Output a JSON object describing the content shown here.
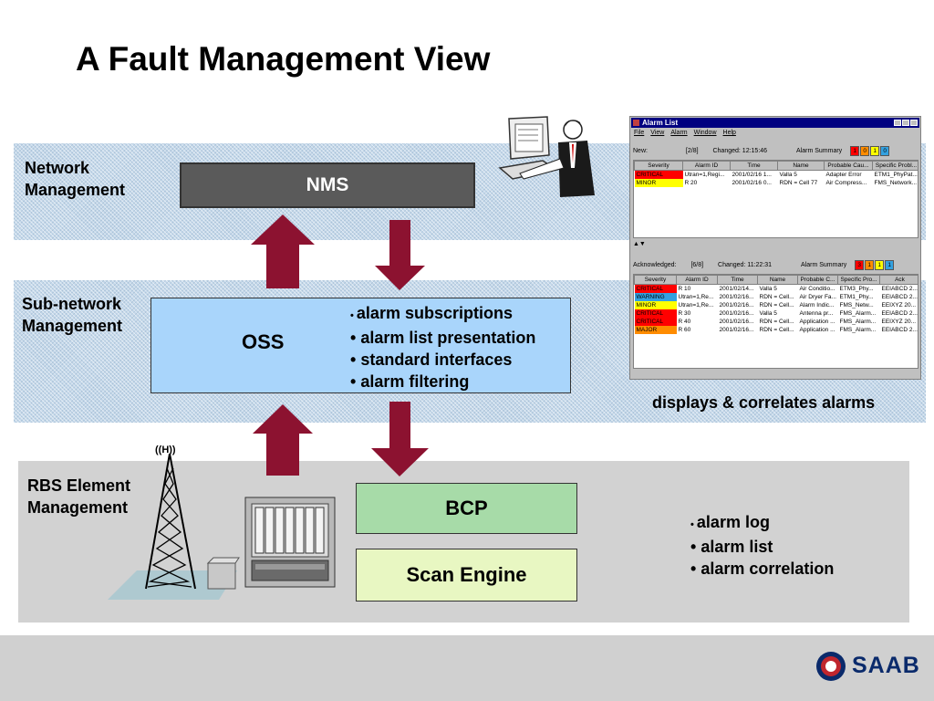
{
  "title": "A Fault Management View",
  "levels": {
    "network": "Network Management",
    "subnetwork": "Sub-network Management",
    "rbs": "RBS Element Management"
  },
  "boxes": {
    "nms": "NMS",
    "oss": "OSS",
    "bcp": "BCP",
    "scan": "Scan Engine"
  },
  "oss_bullets": [
    "alarm subscriptions",
    "alarm list presentation",
    "standard interfaces",
    "alarm filtering"
  ],
  "rbs_bullets": [
    "alarm log",
    "alarm list",
    "alarm correlation"
  ],
  "caption": "displays & correlates alarms",
  "brand": "SAAB",
  "tower_symbol": "((H))",
  "colors": {
    "arrow": "#8c1230",
    "nms_bg": "#5a5a5a",
    "oss_bg": "#a9d5fb",
    "bcp_bg": "#a7dba8",
    "scan_bg": "#e8f7c2",
    "band": "#c4d8ea"
  },
  "alarm_window": {
    "title": "Alarm List",
    "menu": [
      "File",
      "View",
      "Alarm",
      "Window",
      "Help"
    ],
    "new_status": {
      "label": "New:",
      "count": "[2/8]",
      "changed_label": "Changed:",
      "changed": "12:15:46",
      "summary_label": "Alarm Summary",
      "summary": [
        "1",
        "0",
        "1",
        "0"
      ]
    },
    "new_columns": [
      "Severity",
      "Alarm ID",
      "Time",
      "Name",
      "Probable Cau...",
      "Specific Probl..."
    ],
    "new_rows": [
      {
        "severity": "CRITICAL",
        "sev_color": "#ff0000",
        "cells": [
          "Utran=1,Regi...",
          "2001/02/16 1...",
          "Valla 5",
          "Adapter Error",
          "ETM1_PhyPat..."
        ]
      },
      {
        "severity": "MINOR",
        "sev_color": "#ffff00",
        "cells": [
          "R 20",
          "2001/02/16 0...",
          "RDN = Cell 77",
          "Air Compress...",
          "FMS_Network..."
        ]
      }
    ],
    "ack_status": {
      "label": "Acknowledged:",
      "count": "[6/8]",
      "changed_label": "Changed:",
      "changed": "11:22:31",
      "summary_label": "Alarm Summary",
      "summary": [
        "3",
        "1",
        "1",
        "1"
      ]
    },
    "ack_columns": [
      "Severity",
      "Alarm ID",
      "Time",
      "Name",
      "Probable C...",
      "Specific Pro...",
      "Ack"
    ],
    "ack_rows": [
      {
        "severity": "CRITICAL",
        "sev_color": "#ff0000",
        "cells": [
          "R 10",
          "2001/02/14...",
          "Valla 5",
          "Air Conditio...",
          "ETM3_Phy...",
          "EEIABCD 2..."
        ]
      },
      {
        "severity": "WARNING",
        "sev_color": "#33a1e0",
        "cells": [
          "Utran=1,Re...",
          "2001/02/16...",
          "RDN = Cell...",
          "Air Dryer Fa...",
          "ETM1_Phy...",
          "EEIABCD 2..."
        ]
      },
      {
        "severity": "MINOR",
        "sev_color": "#ffff00",
        "cells": [
          "Utran=1,Re...",
          "2001/02/16...",
          "RDN = Cell...",
          "Alarm Indic...",
          "FMS_Netw...",
          "EEIXYZ 20..."
        ]
      },
      {
        "severity": "CRITICAL",
        "sev_color": "#ff0000",
        "cells": [
          "R 30",
          "2001/02/16...",
          "Valla 5",
          "Antenna pr...",
          "FMS_Alarm...",
          "EEIABCD 2..."
        ]
      },
      {
        "severity": "CRITICAL",
        "sev_color": "#ff0000",
        "cells": [
          "R 40",
          "2001/02/16...",
          "RDN = Cell...",
          "Application ...",
          "FMS_Alarm...",
          "EEIXYZ 20..."
        ]
      },
      {
        "severity": "MAJOR",
        "sev_color": "#ff8c00",
        "cells": [
          "R 60",
          "2001/02/16...",
          "RDN = Cell...",
          "Application ...",
          "FMS_Alarm...",
          "EEIABCD 2..."
        ]
      }
    ]
  }
}
